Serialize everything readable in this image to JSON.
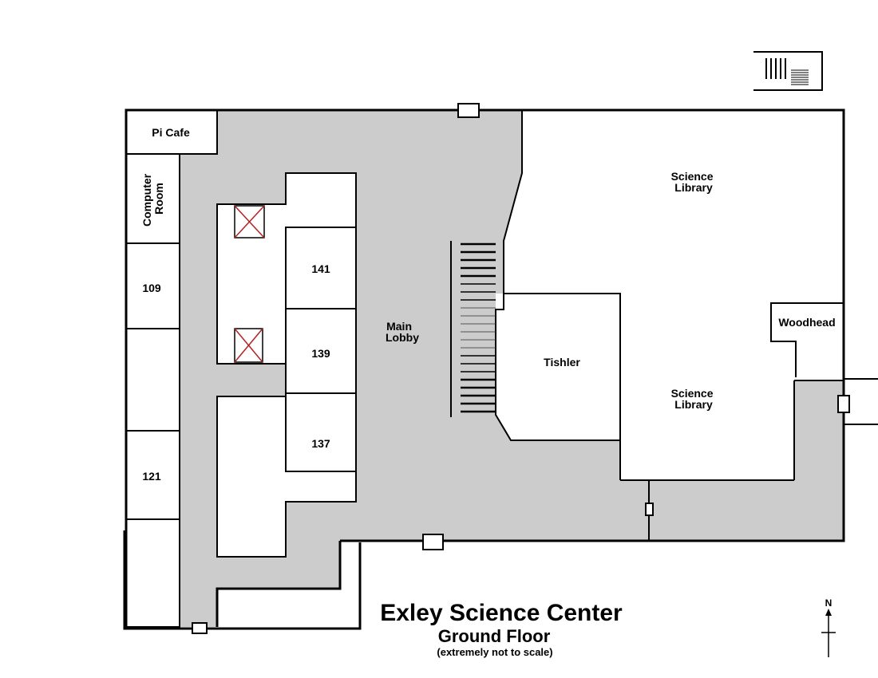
{
  "map": {
    "title": "Exley Science Center",
    "subtitle": "Ground Floor",
    "note": "(extremely not to scale)",
    "compass_label": "N",
    "rooms": {
      "pi_cafe": "Pi Cafe",
      "computer_room_line1": "Computer",
      "computer_room_line2": "Room",
      "room_109": "109",
      "room_121": "121",
      "room_141": "141",
      "room_139": "139",
      "room_137": "137",
      "main_lobby_line1": "Main",
      "main_lobby_line2": "Lobby",
      "tishler": "Tishler",
      "science_library_upper_line1": "Science",
      "science_library_upper_line2": "Library",
      "science_library_lower_line1": "Science",
      "science_library_lower_line2": "Library",
      "woodhead": "Woodhead"
    },
    "colors": {
      "corridor": "#cccccc",
      "walls": "#000000",
      "elevator_x": "#b22222"
    }
  }
}
